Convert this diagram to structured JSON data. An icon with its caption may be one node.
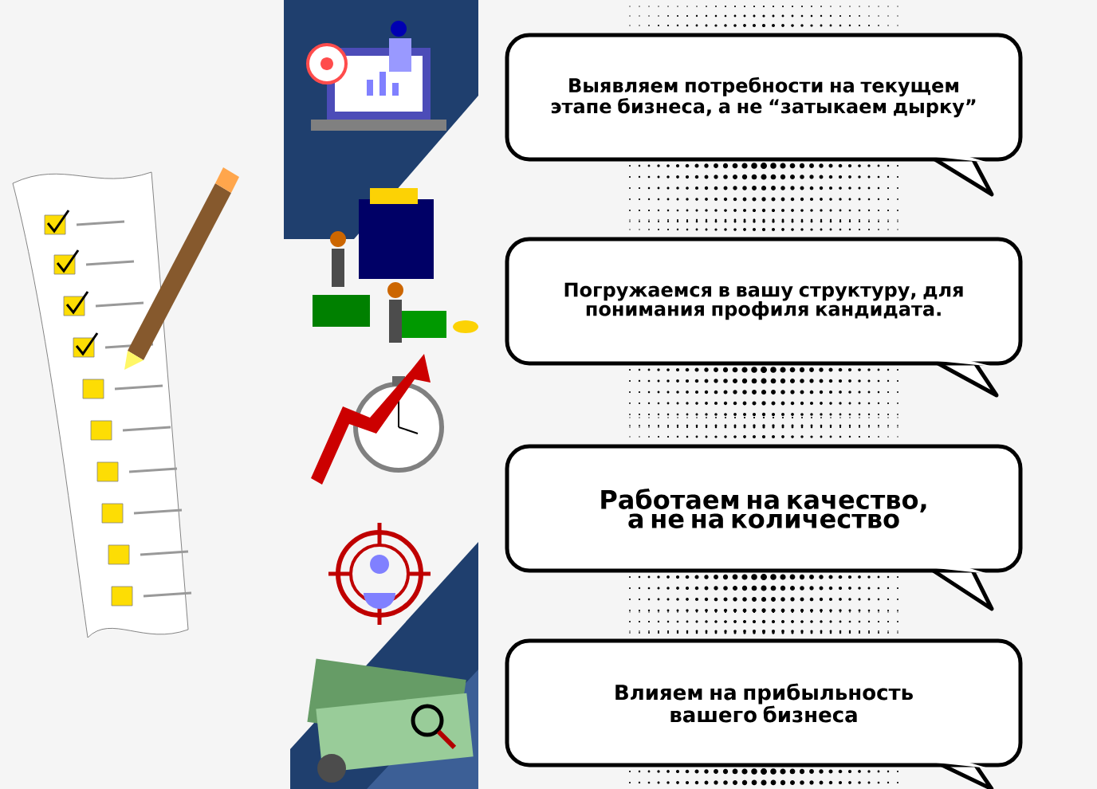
{
  "diagram": {
    "nodes": [
      {
        "text": [
          "Выявляем потребности на текущем этапе бизнеса, а не “затыкаем дырку”"
        ]
      },
      {
        "text": [
          "Погружаемся в вашу структуру, для понимания профиля кандидата."
        ]
      },
      {
        "text": [
          "Работаем на качество, а не на количество"
        ]
      },
      {
        "text": [
          "Влияем на прибыльность вашего бизнеса"
        ]
      }
    ]
  }
}
